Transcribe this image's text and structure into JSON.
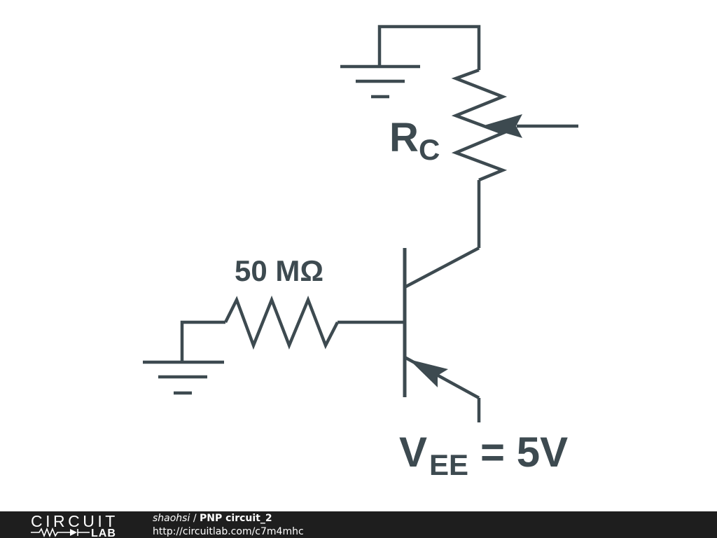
{
  "schematic": {
    "rc_label": {
      "main": "R",
      "sub": "C"
    },
    "resistor_label": "50 MΩ",
    "vee_label": {
      "main": "V",
      "sub": "EE",
      "value": "= 5V"
    }
  },
  "footer": {
    "logo_top": "CIRCUIT",
    "logo_bottom": "LAB",
    "author": "shaohsi",
    "separator": "/",
    "circuit_title": "PNP circuit_2",
    "url": "http://circuitlab.com/c7m4mhc"
  },
  "colors": {
    "wire": "#3d4a50",
    "background": "#ffffff",
    "footer_background": "#1e1e1e",
    "footer_text": "#ffffff"
  }
}
